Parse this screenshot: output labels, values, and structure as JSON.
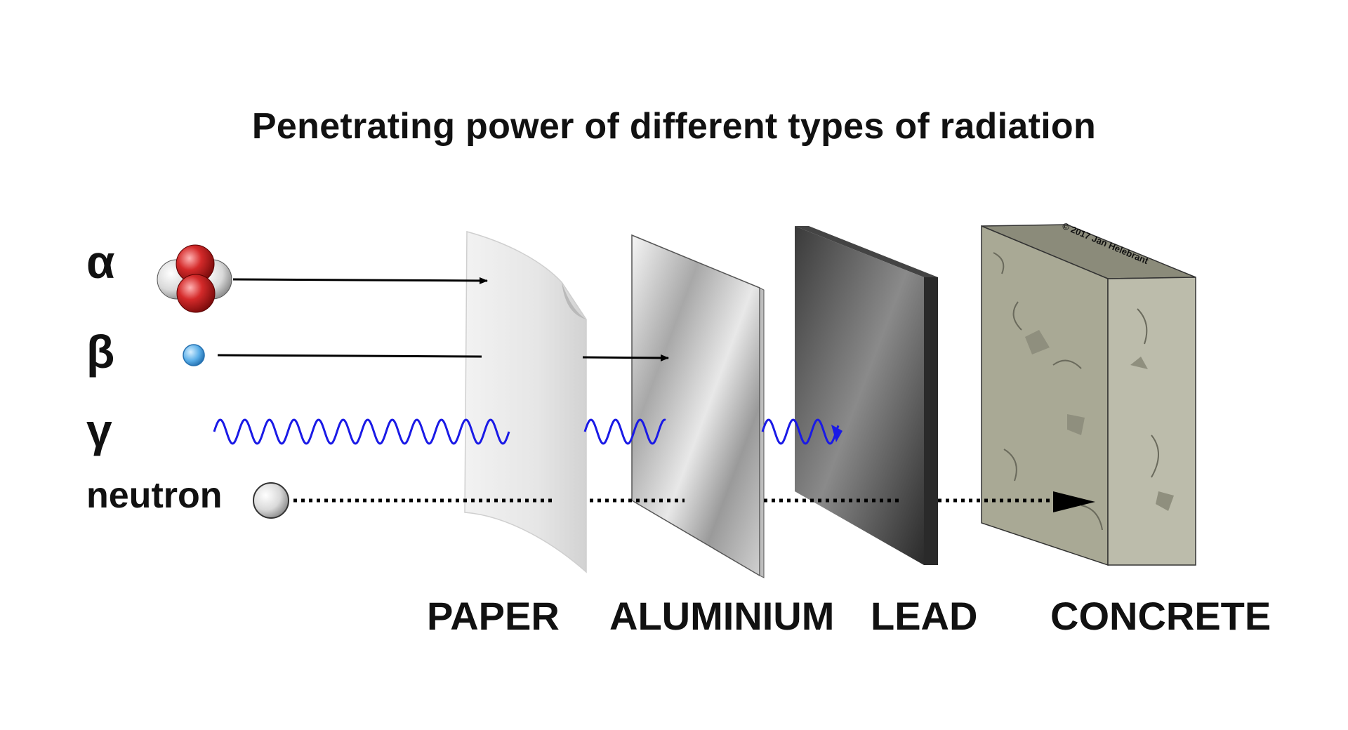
{
  "title": "Penetrating power of different types of radiation",
  "radiation_types": [
    {
      "symbol": "α",
      "name": "alpha"
    },
    {
      "symbol": "β",
      "name": "beta"
    },
    {
      "symbol": "γ",
      "name": "gamma"
    },
    {
      "symbol": "neutron",
      "name": "neutron"
    }
  ],
  "barriers": [
    "PAPER",
    "ALUMINIUM",
    "LEAD",
    "CONCRETE"
  ],
  "copyright": "© 2017 Jan Helebrant",
  "colors": {
    "alpha_proton": "#d42a2a",
    "alpha_neutron": "#d9d9d9",
    "beta_particle": "#5aaee8",
    "gamma_wave": "#1a1ae6",
    "arrow": "#000000",
    "concrete": "#a9a995"
  }
}
